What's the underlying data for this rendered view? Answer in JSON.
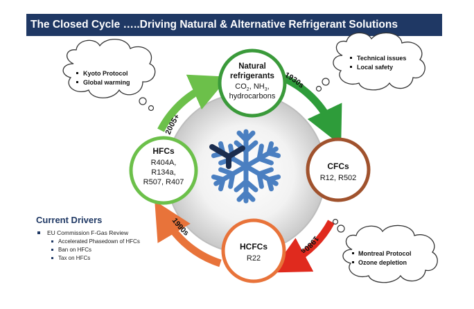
{
  "title": "The Closed Cycle …..Driving Natural & Alternative Refrigerant Solutions",
  "stages": {
    "natural": {
      "l1": "Natural",
      "l2": "refrigerants",
      "co2_main": "CO",
      "co2_sub": "2",
      "nh3_main": "NH",
      "nh3_sub": "3",
      "l4": "hydrocarbons"
    },
    "cfcs": {
      "heading": "CFCs",
      "items": "R12,  R502"
    },
    "hcfcs": {
      "heading": "HCFCs",
      "items": "R22"
    },
    "hfcs": {
      "heading": "HFCs",
      "l2": "R404A,",
      "l3": "R134a,",
      "l4": "R507,  R407"
    }
  },
  "arrows": {
    "a1": "1930s",
    "a2": "1980s",
    "a3": "1990s",
    "a4": "2005+"
  },
  "clouds": {
    "kyoto": [
      "Kyoto Protocol",
      "Global warming"
    ],
    "technical": [
      "Technical issues",
      "Local safety"
    ],
    "montreal": [
      "Montreal Protocol",
      "Ozone depletion"
    ]
  },
  "drivers": {
    "heading": "Current Drivers",
    "main_item": "EU Commission F-Gas Review",
    "sub_items": [
      "Accelerated Phasedown of HFCs",
      "Ban on HFCs",
      "Tax on HFCs"
    ]
  },
  "colors": {
    "title_bg": "#1f3864",
    "snowflake": "#4a7fc1",
    "green": "#5cb85c",
    "orange": "#e8733a",
    "red": "#d9342b",
    "brown": "#a0522d"
  }
}
